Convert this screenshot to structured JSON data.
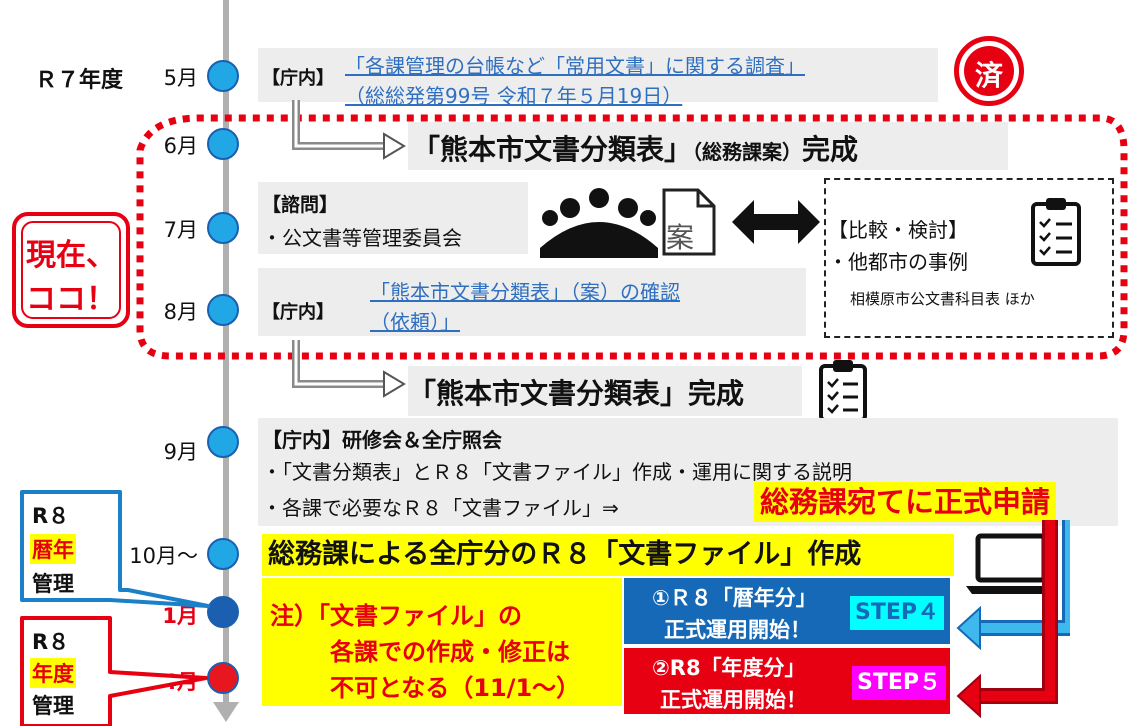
{
  "timeline": {
    "fiscal_year": "Ｒ７年度",
    "months": {
      "may": "5月",
      "jun": "6月",
      "jul": "7月",
      "aug": "8月",
      "sep": "9月",
      "oct": "10月～",
      "jan": "1月",
      "apr": "4月"
    }
  },
  "may_item": {
    "tag": "【庁内】",
    "link_line1": "「各課管理の台帳など「常用文書」に関する調査」",
    "link_line2": "（総総発第99号 令和７年５月19日）",
    "done_stamp": "済"
  },
  "current_marker": {
    "line1": "現在、",
    "line2": "ココ！"
  },
  "june_item": {
    "title_main": "「熊本市文書分類表」",
    "title_paren": "（総務課案）",
    "title_end": "完成"
  },
  "july_item": {
    "tag": "【諮問】",
    "body": "・公文書等管理委員会",
    "doc_icon_char": "案"
  },
  "compare_box": {
    "title": "【比較・検討】",
    "body": "・他都市の事例",
    "note": "相模原市公文書科目表 ほか"
  },
  "aug_item": {
    "tag": "【庁内】",
    "link_line1": "「熊本市文書分類表」（案）の確認",
    "link_line2": "（依頼）」"
  },
  "completion": {
    "title": "「熊本市文書分類表」完成"
  },
  "sep_item": {
    "line1": "【庁内】研修会＆全庁照会",
    "line2": "・「文書分類表」とＲ８「文書ファイル」作成・運用に関する説明",
    "line3": "・各課で必要なＲ８「文書ファイル」⇒",
    "highlight": "総務課宛てに正式申請"
  },
  "oct_item": {
    "title": "総務課による全庁分のＲ８「文書ファイル」作成"
  },
  "note_box": {
    "line1": "注）「文書ファイル」の",
    "line2": "各課での作成・修正は",
    "line3": "不可となる（11/1～）"
  },
  "step4": {
    "line1": "①Ｒ８「暦年分」",
    "line2": "正式運用開始！",
    "tag": "STEP４"
  },
  "step5": {
    "line1": "②R8「年度分」",
    "line2": "正式運用開始！",
    "tag": "STEP５"
  },
  "calendar_callout": {
    "line1": "R８",
    "line2": "暦年",
    "line3": "管理"
  },
  "fiscal_callout": {
    "line1": "R８",
    "line2": "年度",
    "line3": "管理"
  },
  "icons": [
    "meeting-people-icon",
    "document-draft-icon",
    "double-arrow-icon",
    "clipboard-checklist-icon",
    "laptop-icon",
    "approved-stamp-icon"
  ],
  "colors": {
    "node_blue": "#21a7e6",
    "node_dark": "#1b5fb0",
    "node_red": "#e8171f",
    "highlight_yellow": "#ffff00",
    "step4_blue": "#1669b6",
    "step5_red": "#e60012",
    "step4_tag": "#00ffff",
    "step5_tag": "#ff00ff",
    "dotted_red": "#e60012"
  }
}
